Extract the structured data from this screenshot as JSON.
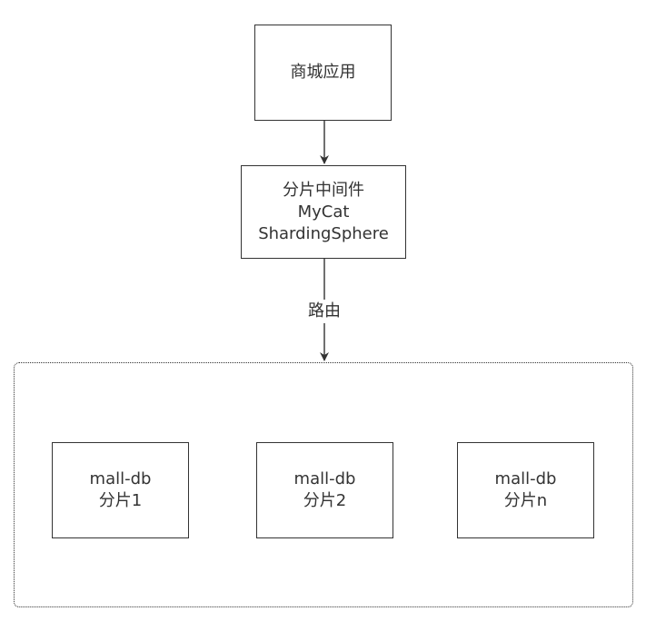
{
  "nodes": {
    "app": {
      "lines": [
        "商城应用"
      ]
    },
    "middleware": {
      "lines": [
        "分片中间件",
        "MyCat",
        "ShardingSphere"
      ]
    },
    "shard1": {
      "lines": [
        "mall-db",
        "分片1"
      ]
    },
    "shard2": {
      "lines": [
        "mall-db",
        "分片2"
      ]
    },
    "shardn": {
      "lines": [
        "mall-db",
        "分片n"
      ]
    }
  },
  "edges": {
    "route_label": "路由"
  },
  "colors": {
    "stroke": "#333333",
    "text": "#333333",
    "background": "#ffffff"
  }
}
